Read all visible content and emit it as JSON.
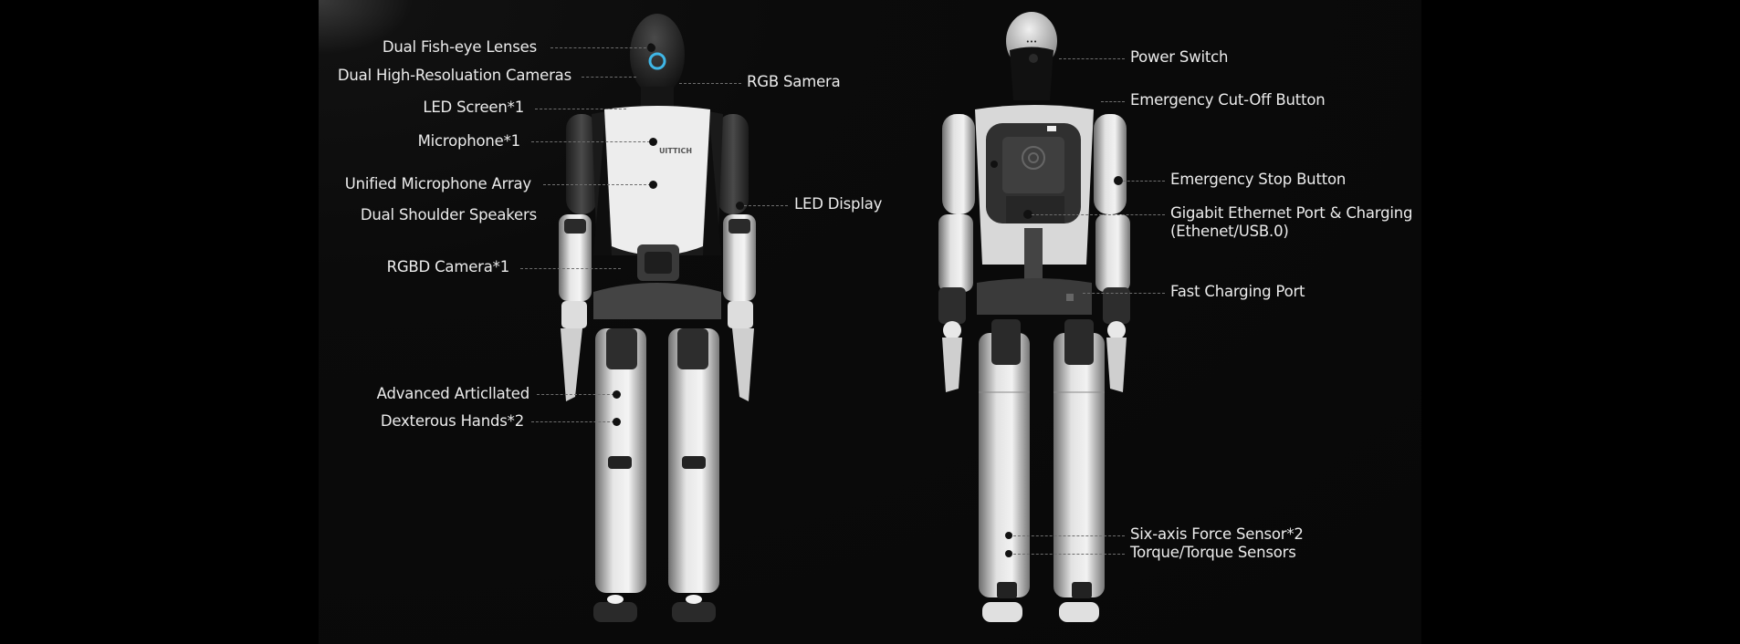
{
  "colors": {
    "background": "#000000",
    "panel": "#0b0b0b",
    "text": "#ececec",
    "leader": "#6e6e6e",
    "accent_ring": "#3fb6e6"
  },
  "front_view": {
    "chest_logo": "UITTICH",
    "callouts_left": [
      {
        "id": "fish-eye",
        "text": "Dual Fish-eye Lenses"
      },
      {
        "id": "hires-cams",
        "text": "Dual High-Resoluation Cameras"
      },
      {
        "id": "led-screen",
        "text": "LED Screen*1"
      },
      {
        "id": "microphone",
        "text": "Microphone*1"
      },
      {
        "id": "mic-array",
        "text": "Unified Microphone Array"
      },
      {
        "id": "shoulder-speakers",
        "text": "Dual Shoulder Speakers"
      },
      {
        "id": "rgbd-camera",
        "text": "RGBD Camera*1"
      },
      {
        "id": "articulated",
        "text": "Advanced Articllated"
      },
      {
        "id": "dexterous-hands",
        "text": "Dexterous Hands*2"
      }
    ],
    "callouts_right": [
      {
        "id": "rgb-camera",
        "text": "RGB Samera"
      },
      {
        "id": "led-display",
        "text": "LED Display"
      }
    ]
  },
  "back_view": {
    "head_mark": "•••",
    "callouts_right": [
      {
        "id": "power-switch",
        "text": "Power Switch"
      },
      {
        "id": "emergency-cutoff",
        "text": "Emergency Cut-Off Button"
      },
      {
        "id": "emergency-stop",
        "text": "Emergency Stop Button"
      },
      {
        "id": "ethernet-line1",
        "text": "Gigabit Ethernet Port & Charging"
      },
      {
        "id": "ethernet-line2",
        "text": "(Ethenet/USB.0)"
      },
      {
        "id": "fast-charging",
        "text": "Fast Charging Port"
      },
      {
        "id": "force-sensor",
        "text": "Six-axis Force Sensor*2"
      },
      {
        "id": "torque-sensors",
        "text": "Torque/Torque Sensors"
      }
    ]
  }
}
